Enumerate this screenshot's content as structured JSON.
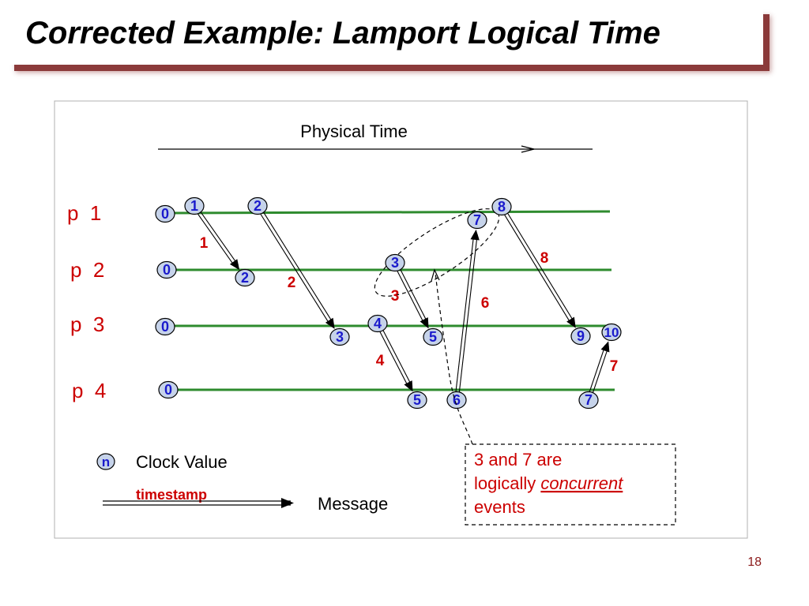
{
  "title": "Corrected Example: Lamport Logical Time",
  "page_number": "18",
  "physical_time_label": "Physical Time",
  "colors": {
    "process_line": "#2e8b2e",
    "clock_fill": "#c6d3ea",
    "clock_text": "#1a1acc",
    "timestamp_red": "#cc0000",
    "process_label": "#cc0000",
    "title_shadow": "#8b3a3a"
  },
  "processes": [
    {
      "label": "p  1",
      "initial": "0"
    },
    {
      "label": "p  2",
      "initial": "0"
    },
    {
      "label": "p  3",
      "initial": "0"
    },
    {
      "label": "p  4",
      "initial": "0"
    }
  ],
  "events": [
    {
      "id": "p1e1",
      "value": "1"
    },
    {
      "id": "p1e2",
      "value": "2"
    },
    {
      "id": "p1e7",
      "value": "7"
    },
    {
      "id": "p1e8",
      "value": "8"
    },
    {
      "id": "p2e2",
      "value": "2"
    },
    {
      "id": "p2e3",
      "value": "3"
    },
    {
      "id": "p3e3",
      "value": "3"
    },
    {
      "id": "p3e4",
      "value": "4"
    },
    {
      "id": "p3e5",
      "value": "5"
    },
    {
      "id": "p3e9",
      "value": "9"
    },
    {
      "id": "p3e10",
      "value": "10"
    },
    {
      "id": "p4e5",
      "value": "5"
    },
    {
      "id": "p4e6",
      "value": "6"
    },
    {
      "id": "p4e7",
      "value": "7"
    }
  ],
  "messages": [
    {
      "from": "p1e1",
      "to": "p2e2",
      "timestamp": "1"
    },
    {
      "from": "p1e2",
      "to": "p3e3",
      "timestamp": "2"
    },
    {
      "from": "p2e3",
      "to": "p3e5",
      "timestamp": "3"
    },
    {
      "from": "p3e4",
      "to": "p4e5",
      "timestamp": "4"
    },
    {
      "from": "p4e6",
      "to": "p1e7",
      "timestamp": "6"
    },
    {
      "from": "p1e8",
      "to": "p3e9",
      "timestamp": "8"
    },
    {
      "from": "p4e7",
      "to": "p3e10",
      "timestamp": "7"
    }
  ],
  "legend": {
    "clock_symbol": "n",
    "clock_label": "Clock Value",
    "timestamp_label": "timestamp",
    "message_label": "Message"
  },
  "note": {
    "line1": "3 and 7 are",
    "line2_prefix": "logically ",
    "line2_emph": "concurrent",
    "line3": "events"
  }
}
